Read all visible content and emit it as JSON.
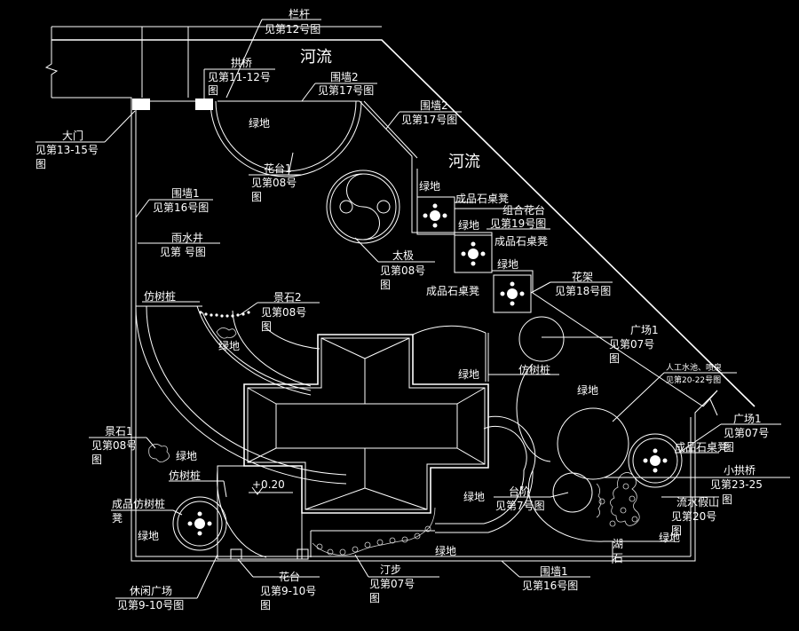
{
  "labels": {
    "railing": "栏杆",
    "railing_ref": "见第12号图",
    "river_top": "河流",
    "arch_bridge": "拱桥",
    "arch_bridge_ref1": "见第11-12号",
    "arch_bridge_ref2": "图",
    "wall2_top": "围墙2",
    "wall2_top_ref": "见第17号图",
    "wall2_right": "围墙2",
    "wall2_right_ref": "见第17号图",
    "gate": "大门",
    "gate_ref1": "见第13-15号",
    "gate_ref2": "图",
    "greenland_top": "绿地",
    "planter1": "花台1",
    "planter1_ref1": "见第08号",
    "planter1_ref2": "图",
    "river_mid": "河流",
    "greenland_strip1": "绿地",
    "stone_table1": "成品石桌凳",
    "combo_planter": "组合花台",
    "combo_planter_ref": "见第19号图",
    "greenland_strip2": "绿地",
    "stone_table2": "成品石桌凳",
    "greenland_strip3": "绿地",
    "wall1_left": "围墙1",
    "wall1_left_ref": "见第16号图",
    "taiji": "太极",
    "taiji_ref1": "见第08号",
    "taiji_ref2": "图",
    "rain_well": "雨水井",
    "rain_well_ref": "见第 号图",
    "pergola": "花架",
    "pergola_ref": "见第18号图",
    "stone_table3": "成品石桌凳",
    "fake_stump1": "仿树桩",
    "scenic_stone2": "景石2",
    "scenic_stone2_ref1": "见第08号",
    "scenic_stone2_ref2": "图",
    "greenland_left": "绿地",
    "plaza1": "广场1",
    "plaza1_ref1": "见第07号",
    "plaza1_ref2": "图",
    "greenland_center": "绿地",
    "fake_stump2": "仿树桩",
    "greenland_right": "绿地",
    "pool": "人工水池、喷泉",
    "pool_ref": "见第20-22号图",
    "plaza1b": "广场1",
    "plaza1b_ref": "见第07号",
    "plaza1b_ref2": "图",
    "stone_table4": "成品石桌凳",
    "scenic_stone1": "景石1",
    "scenic_stone1_ref1": "见第08号",
    "scenic_stone1_ref2": "图",
    "greenland_stone1": "绿地",
    "fake_stump3": "仿树桩",
    "elevation": "+0.20",
    "small_bridge": "小拱桥",
    "small_bridge_ref": "见第23-25",
    "stream_rockery": "流水假山",
    "stream_rockery_ref": "见第20号",
    "stream_rockery_ref2": "图",
    "greenland_bottom_mid": "绿地",
    "steps": "台阶",
    "steps_ref": "见第7号图",
    "fake_stump_stool": "成品仿树桩",
    "fake_stump_stool2": "凳",
    "greenland_bl": "绿地",
    "greenland_bottom": "绿地",
    "greenland_br": "绿地",
    "lake_stone1": "湖",
    "lake_stone2": "石",
    "leisure_plaza": "休闲广场",
    "leisure_plaza_ref": "见第9-10号图",
    "planter_bottom": "花台",
    "planter_bottom_ref1": "见第9-10号",
    "planter_bottom_ref2": "图",
    "stepping_stones": "汀步",
    "stepping_stones_ref1": "见第07号",
    "stepping_stones_ref2": "图",
    "wall1_bottom": "围墙1",
    "wall1_bottom_ref": "见第16号图",
    "overlap_tu": "图"
  }
}
